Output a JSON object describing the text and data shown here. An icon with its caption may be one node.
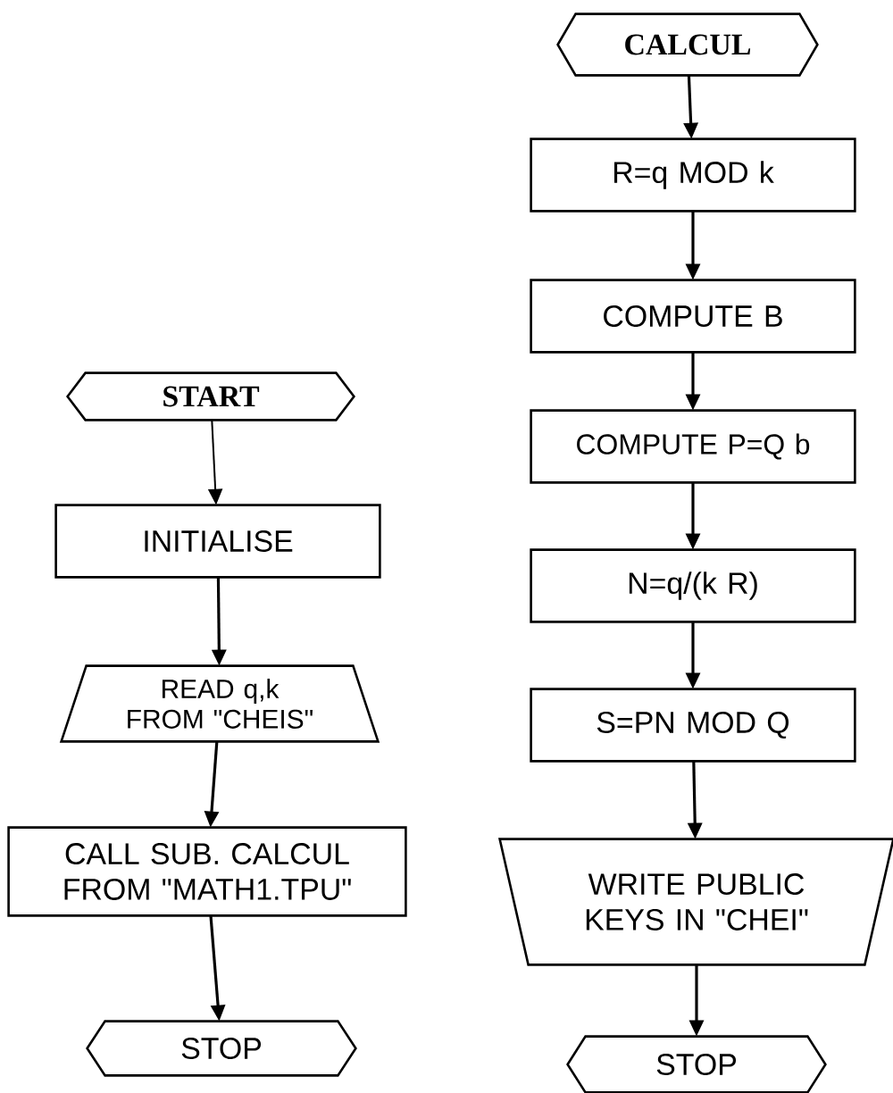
{
  "diagram": {
    "nodes": [
      {
        "text": [
          "START"
        ]
      },
      {
        "text": [
          "INITIALISE"
        ]
      },
      {
        "text": [
          "READ q,k FROM \"CHEIS\""
        ]
      },
      {
        "text": [
          "CALL SUB. CALCUL FROM \"MATH1.TPU\""
        ]
      },
      {
        "text": [
          "STOP"
        ]
      },
      {
        "text": [
          "CALCUL"
        ]
      },
      {
        "text": [
          "R=q MOD k"
        ]
      },
      {
        "text": [
          "COMPUTE B"
        ]
      },
      {
        "text": [
          "COMPUTE P=Q b"
        ]
      },
      {
        "text": [
          "N=q/(k R)"
        ]
      },
      {
        "text": [
          "S=PN MOD Q"
        ]
      },
      {
        "text": [
          "WRITE PUBLIC KEYS IN \"CHEI\""
        ]
      },
      {
        "text": [
          "STOP"
        ]
      }
    ],
    "edges": [
      {
        "from": 0,
        "to": 1,
        "arrow": "to"
      },
      {
        "from": 1,
        "to": 2,
        "arrow": "to"
      },
      {
        "from": 2,
        "to": 3,
        "arrow": "to"
      },
      {
        "from": 3,
        "to": 4,
        "arrow": "to"
      },
      {
        "from": 5,
        "to": 6,
        "arrow": "to"
      },
      {
        "from": 6,
        "to": 7,
        "arrow": "to"
      },
      {
        "from": 7,
        "to": 8,
        "arrow": "to"
      },
      {
        "from": 8,
        "to": 9,
        "arrow": "to"
      },
      {
        "from": 9,
        "to": 10,
        "arrow": "to"
      },
      {
        "from": 10,
        "to": 11,
        "arrow": "to"
      },
      {
        "from": 11,
        "to": 12,
        "arrow": "to"
      }
    ]
  }
}
